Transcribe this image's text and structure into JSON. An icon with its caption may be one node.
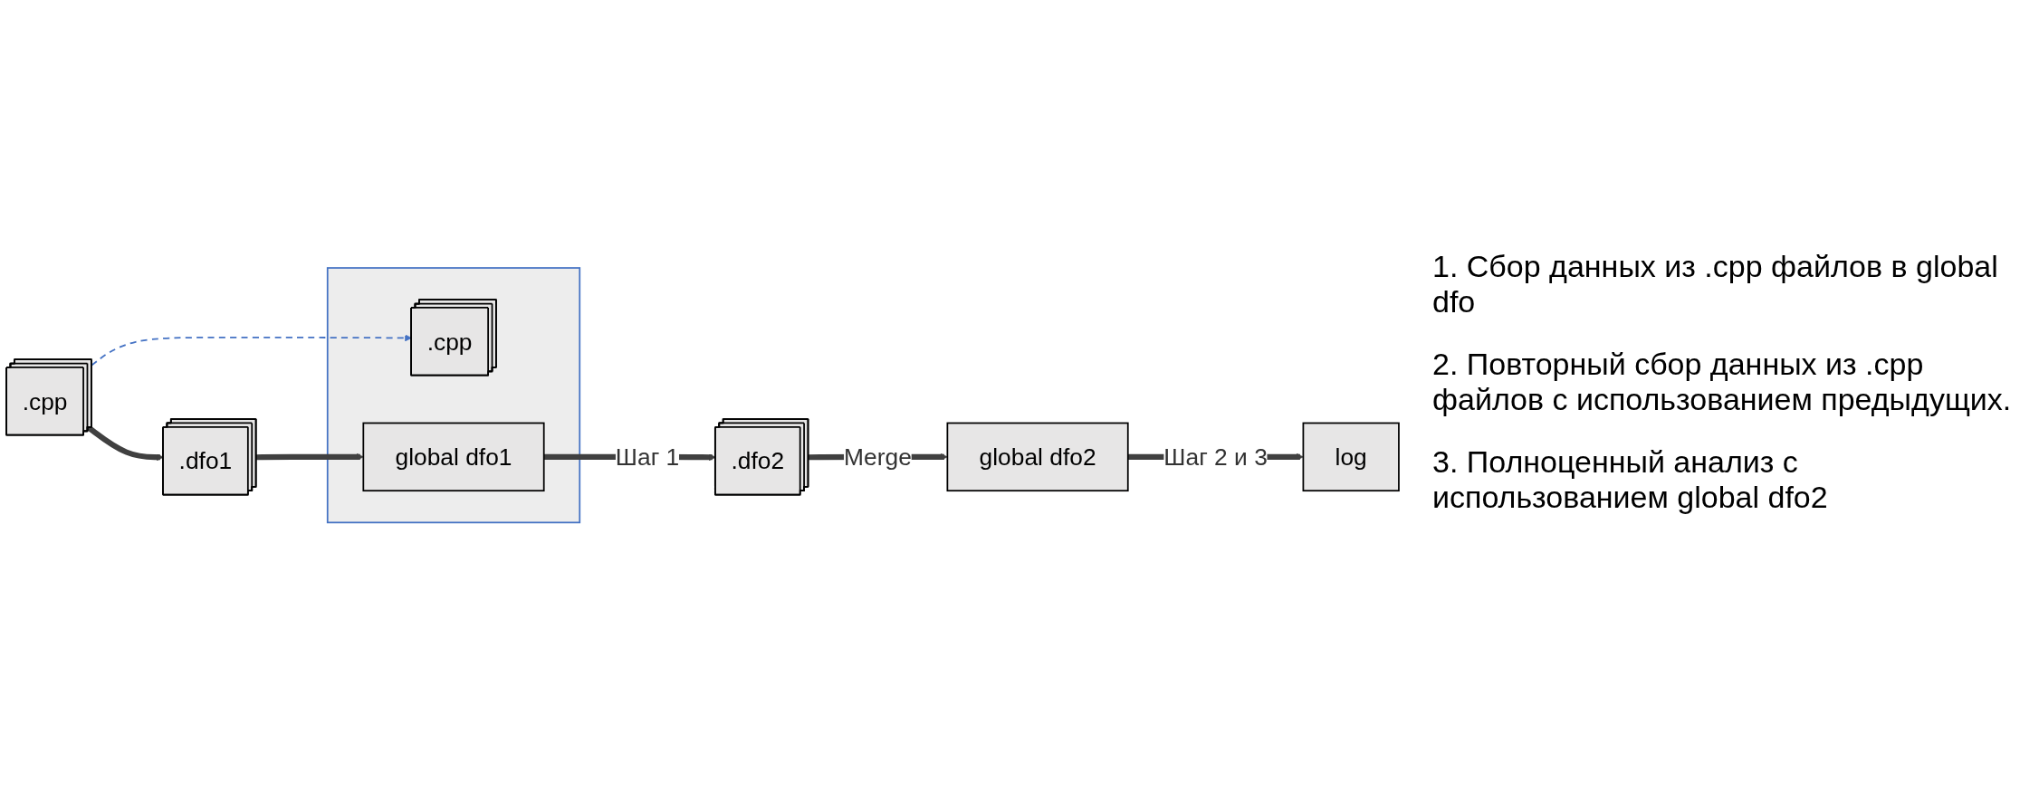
{
  "diagram": {
    "nodes": [
      {
        "text": [
          ".cpp"
        ]
      },
      {
        "text": [],
        "shape": "box"
      },
      {
        "text": [
          ".cpp"
        ],
        "in": 1
      },
      {
        "text": [
          ".dfo1"
        ]
      },
      {
        "text": [
          "global dfo1"
        ],
        "in": 1
      },
      {
        "text": [
          ".dfo2"
        ]
      },
      {
        "text": [
          "global dfo2"
        ]
      },
      {
        "text": [
          "log"
        ]
      }
    ],
    "edges": [
      {
        "from": 0,
        "to": 2,
        "arrow": "to",
        "style": "dashed",
        "color": "#4472c4"
      },
      {
        "from": 0,
        "to": 3,
        "arrow": "to"
      },
      {
        "from": 3,
        "to": 4,
        "arrow": "to"
      },
      {
        "from": 4,
        "to": 5,
        "arrow": "to",
        "label": "Шаг 1"
      },
      {
        "from": 5,
        "to": 6,
        "arrow": "to",
        "label": "Merge"
      },
      {
        "from": 6,
        "to": 7,
        "arrow": "to",
        "label": "Шаг 2 и 3"
      }
    ],
    "labels": [
      "1. Сбор данных из .cpp файлов в global dfo",
      "2. Повторный сбор данных из .cpp файлов с использованием предыдущих.",
      "3. Полноценный анализ с использованием global dfo2"
    ]
  }
}
